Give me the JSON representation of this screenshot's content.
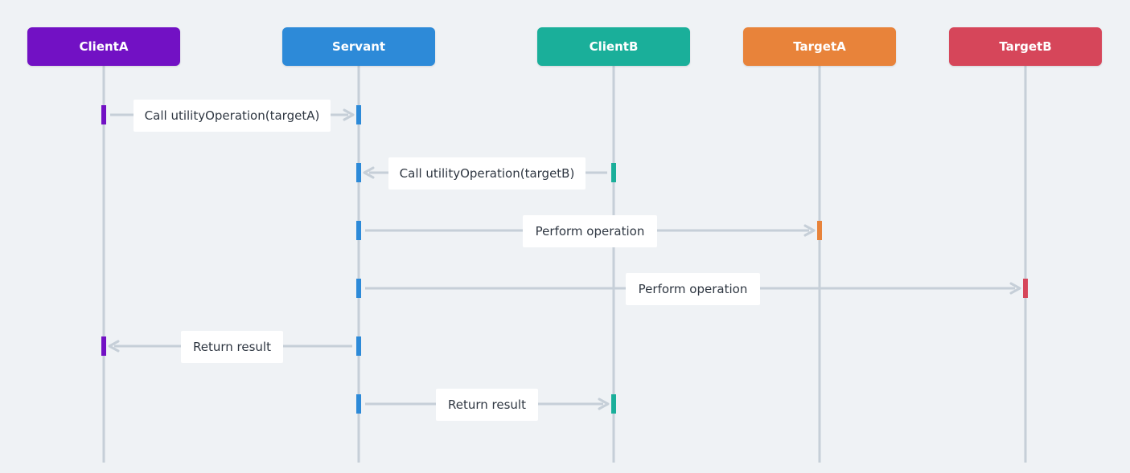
{
  "diagram": {
    "participants": [
      {
        "id": "clientA",
        "label": "ClientA",
        "color": "#7211c4"
      },
      {
        "id": "servant",
        "label": "Servant",
        "color": "#2d8ad8"
      },
      {
        "id": "clientB",
        "label": "ClientB",
        "color": "#1aaf9a"
      },
      {
        "id": "targetA",
        "label": "TargetA",
        "color": "#e8833a"
      },
      {
        "id": "targetB",
        "label": "TargetB",
        "color": "#d6465a"
      }
    ],
    "messages": [
      {
        "from": "clientA",
        "to": "servant",
        "label": "Call utilityOperation(targetA)"
      },
      {
        "from": "clientB",
        "to": "servant",
        "label": "Call utilityOperation(targetB)"
      },
      {
        "from": "servant",
        "to": "targetA",
        "label": "Perform operation"
      },
      {
        "from": "servant",
        "to": "targetB",
        "label": "Perform operation"
      },
      {
        "from": "servant",
        "to": "clientA",
        "label": "Return result"
      },
      {
        "from": "servant",
        "to": "clientB",
        "label": "Return result"
      }
    ],
    "line_color": "#c6cfd8"
  }
}
